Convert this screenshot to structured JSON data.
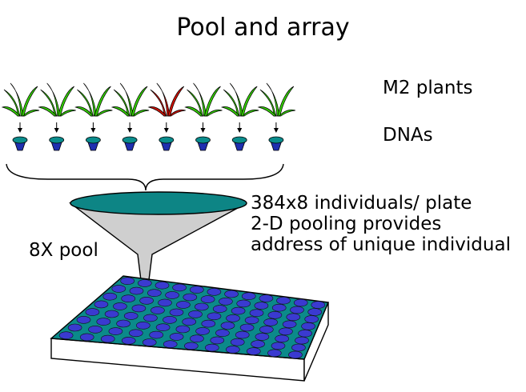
{
  "title": "Pool and array",
  "labels": {
    "plants": "M2 plants",
    "dnas": "DNAs",
    "pool": "8X pool"
  },
  "info_lines": [
    "384x8 individuals/ plate",
    "2-D pooling provides",
    "address of unique individual"
  ],
  "plants": [
    {
      "color": "#33cc00"
    },
    {
      "color": "#33cc00"
    },
    {
      "color": "#33cc00"
    },
    {
      "color": "#33cc00"
    },
    {
      "color": "#cc1100"
    },
    {
      "color": "#33cc00"
    },
    {
      "color": "#33cc00"
    },
    {
      "color": "#33cc00"
    }
  ],
  "colors": {
    "leaf_green": "#33cc00",
    "leaf_mutant": "#cc1100",
    "tube_blue": "#1f2fb0",
    "tube_teal": "#0a8c8c",
    "plate_teal": "#0b8a8a",
    "well_blue": "#3a3ad0",
    "funnel_grey": "#c8c8c8"
  },
  "plate": {
    "rows": 8,
    "cols": 12
  }
}
